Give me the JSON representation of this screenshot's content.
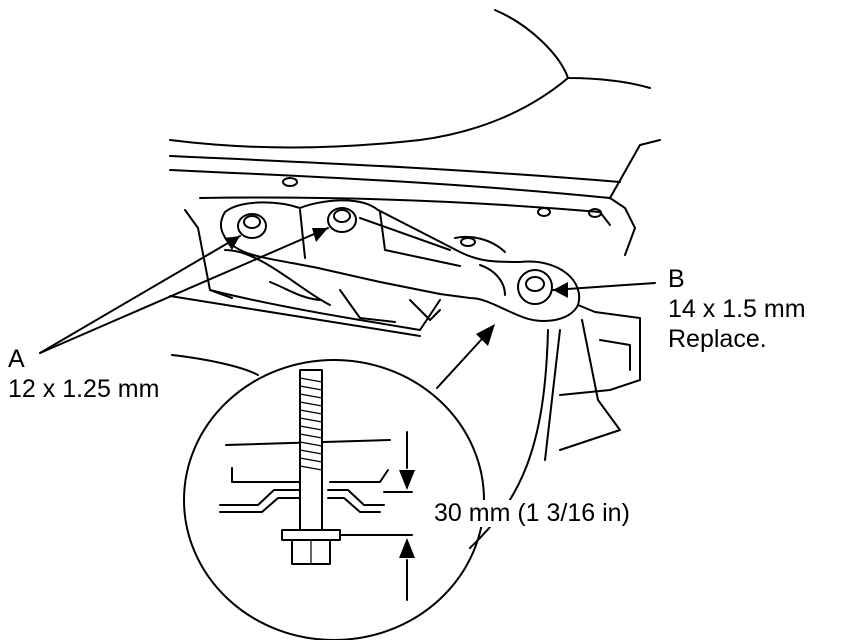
{
  "labels": {
    "a_letter": "A",
    "a_spec": "12 x 1.25 mm",
    "b_letter": "B",
    "b_spec": "14 x 1.5 mm",
    "b_note": "Replace.",
    "dimension": "30 mm (1 3/16 in)"
  }
}
